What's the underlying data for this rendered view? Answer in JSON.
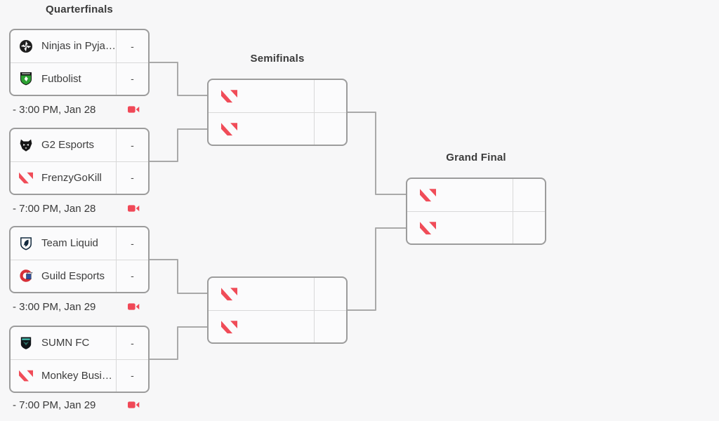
{
  "headers": {
    "quarterfinals": "Quarterfinals",
    "semifinals": "Semifinals",
    "grand_final": "Grand Final"
  },
  "colors": {
    "accent_red": "#f04857",
    "box_border": "#9c9c9c",
    "connector": "#a9a9a9",
    "background": "#f7f7f8"
  },
  "icons": {
    "stream": "camera-icon",
    "empty_slot": "valorant-logo"
  },
  "quarterfinals": [
    {
      "teams": [
        {
          "name": "Ninjas in Pyja…",
          "logo": "nip-logo",
          "score": "-"
        },
        {
          "name": "Futbolist",
          "logo": "futbolist-logo",
          "score": "-"
        }
      ],
      "schedule": "- 3:00 PM, Jan 28"
    },
    {
      "teams": [
        {
          "name": "G2 Esports",
          "logo": "g2-logo",
          "score": "-"
        },
        {
          "name": "FrenzyGoKill",
          "logo": "valorant-logo",
          "score": "-"
        }
      ],
      "schedule": "- 7:00 PM, Jan 28"
    },
    {
      "teams": [
        {
          "name": "Team Liquid",
          "logo": "liquid-logo",
          "score": "-"
        },
        {
          "name": "Guild Esports",
          "logo": "guild-logo",
          "score": "-"
        }
      ],
      "schedule": "- 3:00 PM, Jan 29"
    },
    {
      "teams": [
        {
          "name": "SUMN FC",
          "logo": "sumn-logo",
          "score": "-"
        },
        {
          "name": "Monkey Busi…",
          "logo": "valorant-logo",
          "score": "-"
        }
      ],
      "schedule": "- 7:00 PM, Jan 29"
    }
  ],
  "semifinals": [
    {
      "teams": [
        {
          "name": "",
          "logo": "valorant-logo",
          "score": ""
        },
        {
          "name": "",
          "logo": "valorant-logo",
          "score": ""
        }
      ]
    },
    {
      "teams": [
        {
          "name": "",
          "logo": "valorant-logo",
          "score": ""
        },
        {
          "name": "",
          "logo": "valorant-logo",
          "score": ""
        }
      ]
    }
  ],
  "grand_final": {
    "teams": [
      {
        "name": "",
        "logo": "valorant-logo",
        "score": ""
      },
      {
        "name": "",
        "logo": "valorant-logo",
        "score": ""
      }
    ]
  }
}
